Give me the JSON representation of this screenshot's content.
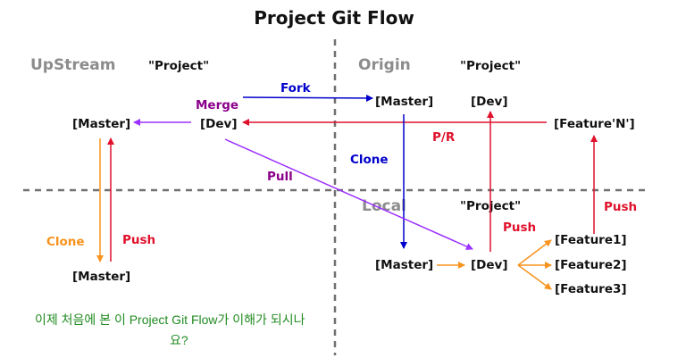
{
  "title": "Project Git Flow",
  "regions": {
    "upstream": "UpStream",
    "origin": "Origin",
    "local": "Local"
  },
  "project_labels": {
    "upstream": "\"Project\"",
    "origin": "\"Project\"",
    "local": "\"Project\""
  },
  "nodes": {
    "upstream_master": "[Master]",
    "upstream_dev": "[Dev]",
    "upstream_local_master": "[Master]",
    "origin_master": "[Master]",
    "origin_dev": "[Dev]",
    "origin_feature_n": "[Feature'N']",
    "local_master": "[Master]",
    "local_dev": "[Dev]",
    "feature1": "[Feature1]",
    "feature2": "[Feature2]",
    "feature3": "[Feature3]"
  },
  "edge_labels": {
    "merge": "Merge",
    "fork": "Fork",
    "pr": "P/R",
    "clone_origin": "Clone",
    "pull": "Pull",
    "push_dev": "Push",
    "push_feature": "Push",
    "clone_upstream": "Clone",
    "push_upstream": "Push"
  },
  "colors": {
    "fork": "#0000cc",
    "merge": "#8b008b",
    "pull": "#9b30ff",
    "push": "#e0112b",
    "clone_upstream": "#f7931e",
    "feature_branch": "#f7931e",
    "divider": "#707070",
    "note": "#228b22"
  },
  "note_lines": [
    "이제 처음에 본 이 Project Git Flow가 이해가 되시나",
    "요?"
  ]
}
